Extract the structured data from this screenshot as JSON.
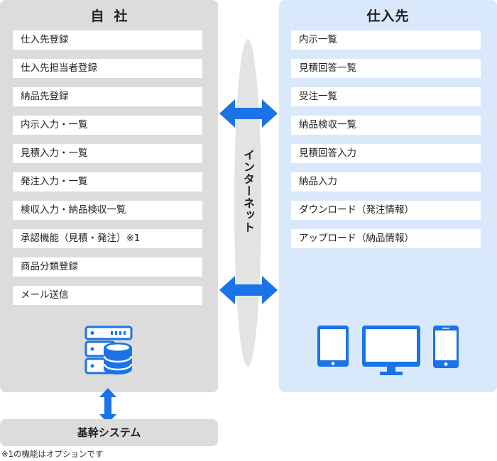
{
  "company": {
    "title": "自社",
    "items": [
      "仕入先登録",
      "仕入先担当者登録",
      "納品先登録",
      "内示入力・一覧",
      "見積入力・一覧",
      "発注入力・一覧",
      "検収入力・納品検収一覧",
      "承認機能（見積・発注）※1",
      "商品分類登録",
      "メール送信"
    ],
    "icon": "database-server-icon"
  },
  "supplier": {
    "title": "仕入先",
    "items": [
      "内示一覧",
      "見積回答一覧",
      "受注一覧",
      "納品検収一覧",
      "見積回答入力",
      "納品入力",
      "ダウンロード（発注情報）",
      "アップロード（納品情報）"
    ],
    "icons": [
      "tablet-icon",
      "desktop-monitor-icon",
      "smartphone-icon"
    ]
  },
  "network": {
    "label": "インターネット"
  },
  "base_system": {
    "label": "基幹システム"
  },
  "footnote": "※1の機能はオプションです",
  "colors": {
    "accent": "#1a73e8",
    "left_panel": "#dcdcdc",
    "right_panel": "#d9e9fb"
  }
}
